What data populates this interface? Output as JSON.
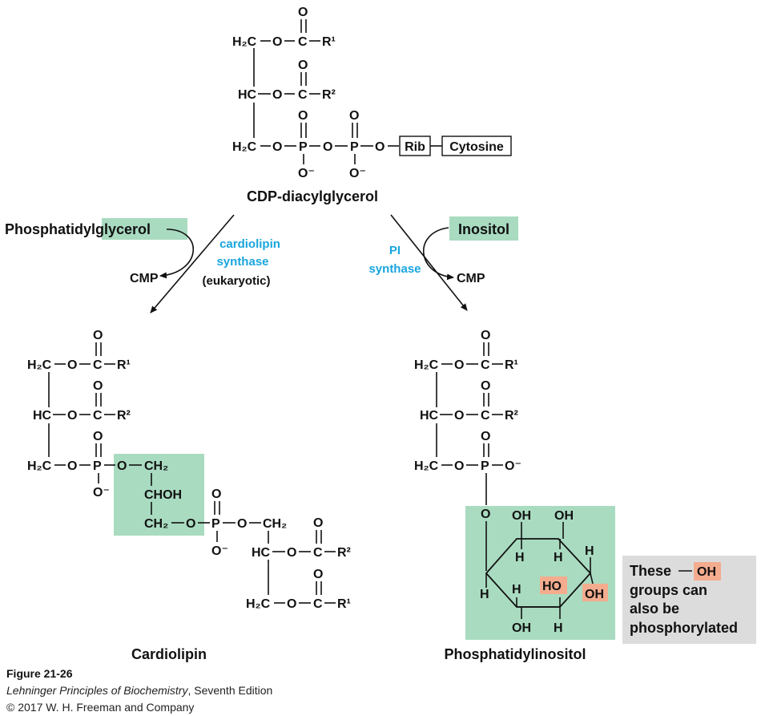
{
  "colors": {
    "highlight_green": "#a9dbc1",
    "highlight_salmon": "#f4ac8e",
    "note_gray": "#dcdcdc",
    "enzyme_blue": "#19a5de",
    "ink": "#111111"
  },
  "atoms": {
    "H2C": "H₂C",
    "HC": "HC",
    "O": "O",
    "C": "C",
    "P": "P",
    "O_minus": "O⁻",
    "R1": "R¹",
    "R2": "R²",
    "CH2": "CH₂",
    "CHOH": "CHOH",
    "OH": "OH",
    "HO": "HO",
    "H": "H"
  },
  "top": {
    "rib": "Rib",
    "cytosine": "Cytosine",
    "name": "CDP-diacylglycerol"
  },
  "left_branch": {
    "reactant_prefix": "Phosphatidyl",
    "reactant_highlight": "glycerol",
    "enzyme_line1": "cardiolipin",
    "enzyme_line2": "synthase",
    "enzyme_note": "(eukaryotic)",
    "byproduct": "CMP",
    "product_name": "Cardiolipin"
  },
  "right_branch": {
    "reactant": "Inositol",
    "enzyme_line1": "PI",
    "enzyme_line2": "synthase",
    "byproduct": "CMP",
    "product_name": "Phosphatidylinositol"
  },
  "note": {
    "line1_prefix": "These",
    "line1_highlight": "OH",
    "line2": "groups can",
    "line3": "also be",
    "line4": "phosphorylated"
  },
  "caption": {
    "figure": "Figure 21-26",
    "book_title": "Lehninger Principles of Biochemistry",
    "edition": ", Seventh Edition",
    "copyright": "© 2017 W. H. Freeman and Company"
  }
}
